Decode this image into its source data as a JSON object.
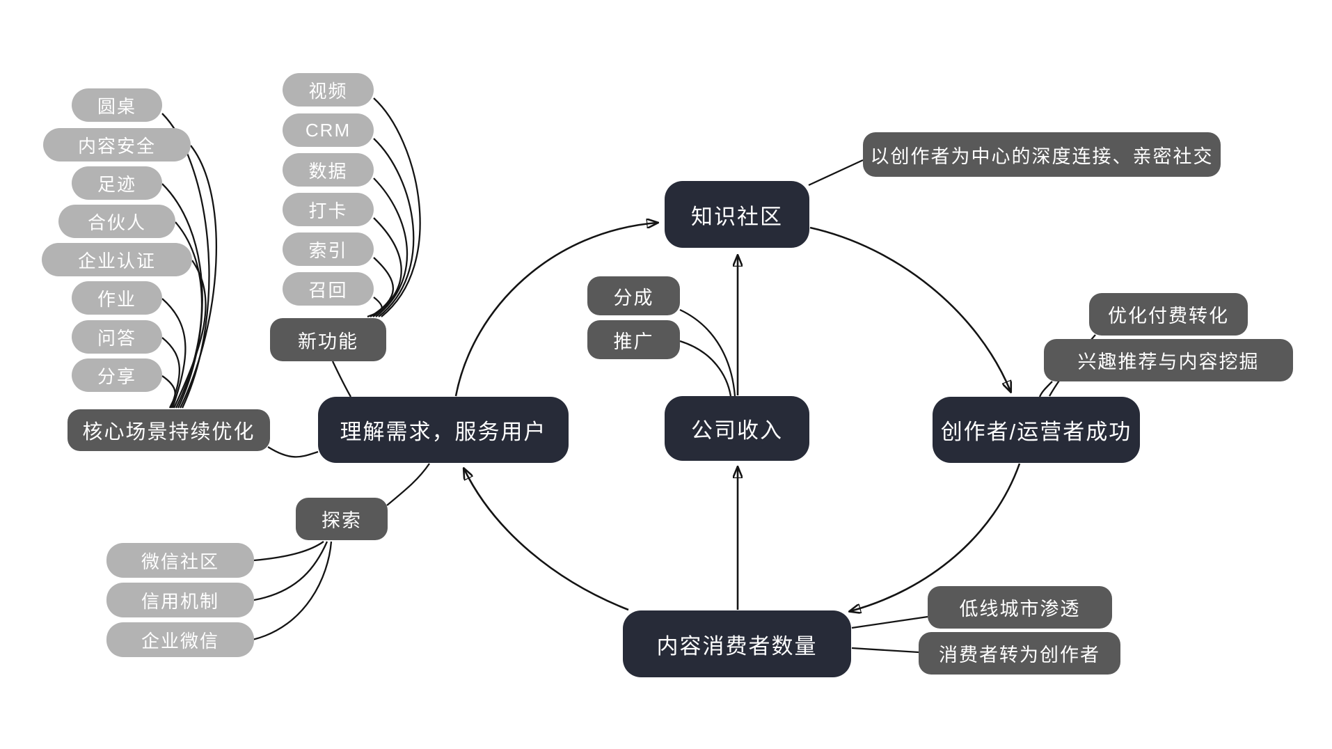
{
  "title": "知识社区增长飞轮脑图",
  "colors": {
    "hub": "#272b38",
    "branch": "#595959",
    "leaf": "#b3b3b3",
    "line": "#141414",
    "text": "#ffffff",
    "background": "#ffffff"
  },
  "nodes": {
    "hub_knowledge": "知识社区",
    "hub_understand": "理解需求，服务用户",
    "hub_revenue": "公司收入",
    "hub_creator": "创作者/运营者成功",
    "hub_consumer": "内容消费者数量",
    "branch_core": "核心场景持续优化",
    "branch_new_features": "新功能",
    "branch_explore": "探索",
    "branch_split": "分成",
    "branch_promotion": "推广",
    "ann_social": "以创作者为中心的深度连接、亲密社交",
    "ann_pay": "优化付费转化",
    "ann_interest": "兴趣推荐与内容挖掘",
    "ann_lowtier": "低线城市渗透",
    "ann_convert": "消费者转为创作者",
    "core_items": [
      "圆桌",
      "内容安全",
      "足迹",
      "合伙人",
      "企业认证",
      "作业",
      "问答",
      "分享"
    ],
    "feature_items": [
      "视频",
      "CRM",
      "数据",
      "打卡",
      "索引",
      "召回"
    ],
    "explore_items": [
      "微信社区",
      "信用机制",
      "企业微信"
    ]
  }
}
